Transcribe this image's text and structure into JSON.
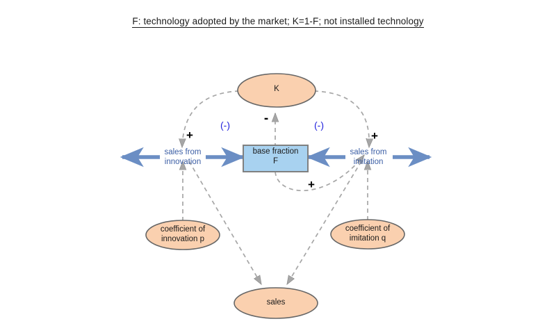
{
  "title": "F: technology adopted by the market; K=1-F; not installed technology",
  "colors": {
    "stock_fill": "#a8d2f0",
    "stock_stroke": "#808080",
    "variable_fill": "#fad0af",
    "variable_stroke": "#666666",
    "flow_arrow": "#6b8ec4",
    "flow_text": "#3b5ea5",
    "causal_link": "#a6a6a6",
    "loop_mark": "#2222dd",
    "polarity": "#000000",
    "background": "#ffffff"
  },
  "nodes": {
    "stock": {
      "id": "base-fraction-f",
      "label_line1": "base fraction",
      "label_line2": "F",
      "shape": "rectangle"
    },
    "k": {
      "id": "k",
      "label": "K",
      "shape": "ellipse"
    },
    "coefficient_innovation": {
      "id": "coefficient-innovation-p",
      "label_line1": "coefficient of",
      "label_line2": "innovation p",
      "shape": "ellipse"
    },
    "coefficient_imitation": {
      "id": "coefficient-imitation-q",
      "label_line1": "coefficient of",
      "label_line2": "imitation q",
      "shape": "ellipse"
    },
    "sales": {
      "id": "sales",
      "label": "sales",
      "shape": "ellipse"
    }
  },
  "flows": {
    "innovation": {
      "id": "sales-from-innovation",
      "label_line1": "sales from",
      "label_line2": "innovation"
    },
    "imitation": {
      "id": "sales-from-imitation",
      "label_line1": "sales from",
      "label_line2": "imitation"
    }
  },
  "polarities": {
    "k_to_innovation": "+",
    "f_to_k": "-",
    "k_to_imitation": "+",
    "f_to_imitation": "+"
  },
  "loops": {
    "left": "(-)",
    "right": "(-)"
  }
}
